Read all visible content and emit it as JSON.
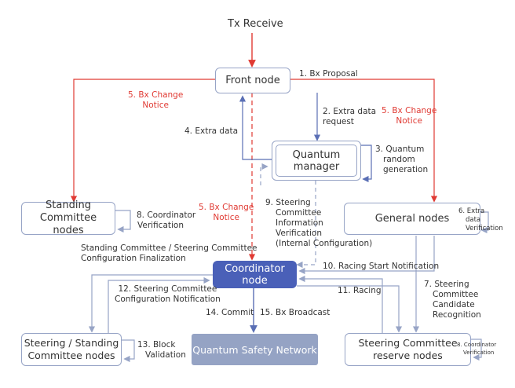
{
  "title": "Tx Receive",
  "nodes": {
    "front": "Front node",
    "quantum_manager": [
      "Quantum",
      "manager"
    ],
    "standing": [
      "Standing Committee",
      "nodes"
    ],
    "general": "General nodes",
    "coordinator": [
      "Coordinator",
      "node"
    ],
    "steering_standing": [
      "Steering / Standing",
      "Committee nodes"
    ],
    "qsn": "Quantum Safety Network",
    "reserve": [
      "Steering Committee",
      "reserve nodes"
    ]
  },
  "labels": {
    "bx_proposal": "1. Bx Proposal",
    "extra_data_request": [
      "2. Extra data",
      "request"
    ],
    "quantum_random": [
      "3. Quantum",
      "random",
      "generation"
    ],
    "extra_data": "4. Extra data",
    "bx_change_left": [
      "5. Bx Change",
      "Notice"
    ],
    "bx_change_right": [
      "5. Bx Change",
      "Notice"
    ],
    "bx_change_mid": [
      "5. Bx Change",
      "Notice"
    ],
    "extra_data_verification": [
      "6. Extra",
      "data",
      "Verification"
    ],
    "steering_candidate": [
      "7. Steering",
      "Committee",
      "Candidate",
      "Recognition"
    ],
    "coordinator_verification": [
      "8. Coordinator",
      "Verification"
    ],
    "coordinator_verification_small": [
      "8. Coordinator",
      "Verification"
    ],
    "steering_info": [
      "9. Steering",
      "Committee",
      "Information",
      "Verification",
      "(Internal Configuration)"
    ],
    "racing_start": "10. Racing Start Notification",
    "racing": "11. Racing",
    "config_notification": [
      "12. Steering Committee",
      "Configuration Notification"
    ],
    "block_validation": [
      "13. Block",
      "Validation"
    ],
    "commit": "14. Commit",
    "bx_broadcast": "15. Bx Broadcast",
    "config_finalization": [
      "Standing Committee / Steering Committee",
      "Configuration Finalization"
    ]
  },
  "colors": {
    "red": "#e03a33",
    "blue": "#5a6fb5",
    "light_blue": "#97a4c6",
    "coordinator_fill": "#4a60b8",
    "qsn_fill": "#95a3c4",
    "text": "#333333"
  }
}
